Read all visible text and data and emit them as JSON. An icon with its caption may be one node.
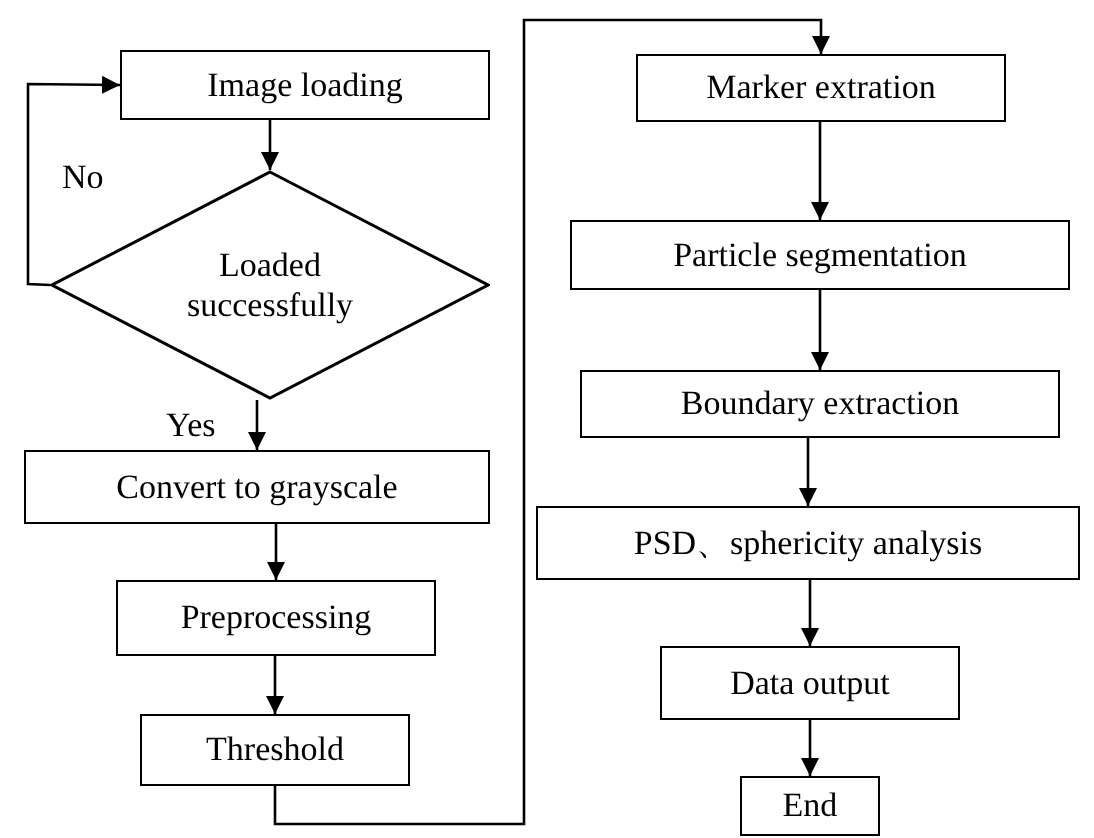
{
  "diagram": {
    "nodes": [
      {
        "text": [
          "Image loading"
        ]
      },
      {
        "text": [
          "Loaded successfully"
        ]
      },
      {
        "text": [
          "Convert to grayscale"
        ]
      },
      {
        "text": [
          "Preprocessing"
        ]
      },
      {
        "text": [
          "Threshold"
        ]
      },
      {
        "text": [
          "Marker extration"
        ]
      },
      {
        "text": [
          "Particle segmentation"
        ]
      },
      {
        "text": [
          "Boundary extraction"
        ]
      },
      {
        "text": [
          "PSD、sphericity analysis"
        ]
      },
      {
        "text": [
          "Data output"
        ]
      },
      {
        "text": [
          "End"
        ]
      }
    ],
    "edges": [
      {
        "from": 0,
        "to": 1,
        "arrow": "to"
      },
      {
        "from": 1,
        "to": 0,
        "arrow": "to",
        "label": "No"
      },
      {
        "from": 1,
        "to": 2,
        "arrow": "to",
        "label": "Yes"
      },
      {
        "from": 2,
        "to": 3,
        "arrow": "to"
      },
      {
        "from": 3,
        "to": 4,
        "arrow": "to"
      },
      {
        "from": 4,
        "to": 5,
        "arrow": "to"
      },
      {
        "from": 5,
        "to": 6,
        "arrow": "to"
      },
      {
        "from": 6,
        "to": 7,
        "arrow": "to"
      },
      {
        "from": 7,
        "to": 8,
        "arrow": "to"
      },
      {
        "from": 8,
        "to": 9,
        "arrow": "to"
      },
      {
        "from": 9,
        "to": 10,
        "arrow": "to"
      }
    ]
  }
}
